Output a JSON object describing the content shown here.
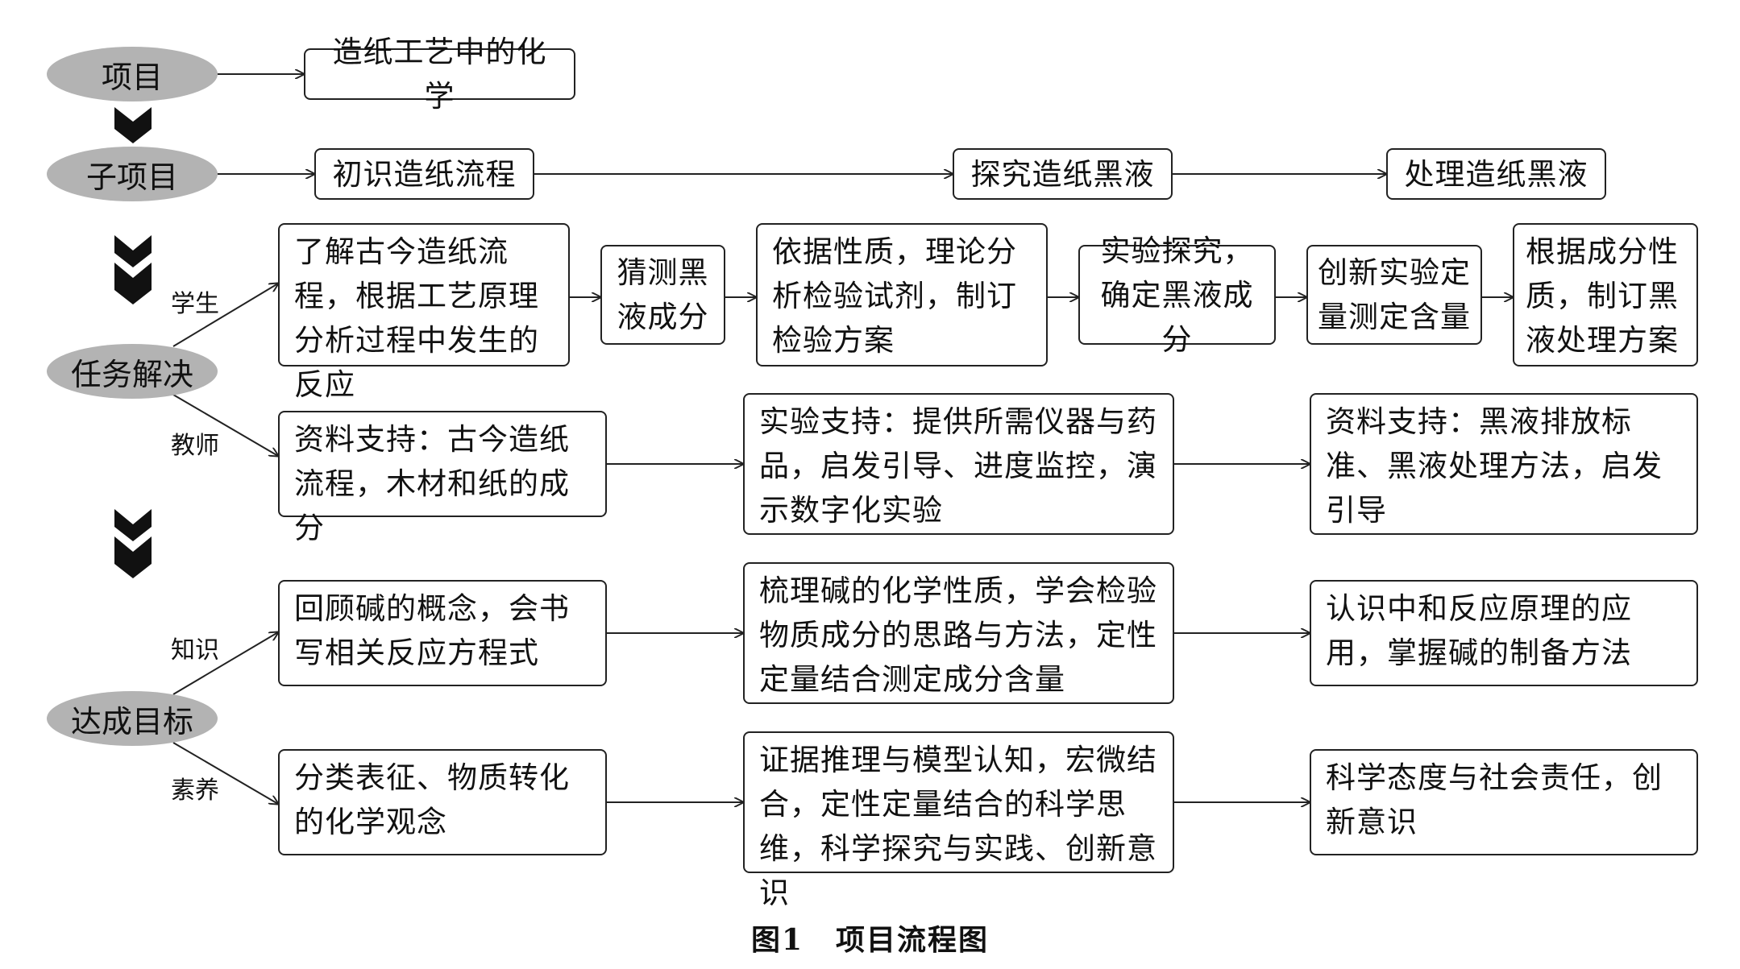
{
  "left_nodes": {
    "project": "项目",
    "subproject": "子项目",
    "task": "任务解决",
    "goal": "达成目标"
  },
  "branch_labels": {
    "student": "学生",
    "teacher": "教师",
    "knowledge": "知识",
    "literacy": "素养"
  },
  "project_box": "造纸工艺中的化学",
  "subprojects": [
    "初识造纸流程",
    "探究造纸黑液",
    "处理造纸黑液"
  ],
  "student_steps": [
    "了解古今造纸流程，根据工艺原理分析过程中发生的反应",
    "猜测黑液成分",
    "依据性质，理论分析检验试剂，制订检验方案",
    "实验探究，确定黑液成分",
    "创新实验定量测定含量",
    "根据成分性质，制订黑液处理方案"
  ],
  "teacher_steps": [
    "资料支持：古今造纸流程，木材和纸的成分",
    "实验支持：提供所需仪器与药品，启发引导、进度监控，演示数字化实验",
    "资料支持：黑液排放标准、黑液处理方法，启发引导"
  ],
  "knowledge_steps": [
    "回顾碱的概念，会书写相关反应方程式",
    "梳理碱的化学性质，学会检验物质成分的思路与方法，定性定量结合测定成分含量",
    "认识中和反应原理的应用，掌握碱的制备方法"
  ],
  "literacy_steps": [
    "分类表征、物质转化的化学观念",
    "证据推理与模型认知，宏微结合，定性定量结合的科学思维，科学探究与实践、创新意识",
    "科学态度与社会责任，创新意识"
  ],
  "caption": {
    "number": "图1",
    "title": "项目流程图"
  }
}
